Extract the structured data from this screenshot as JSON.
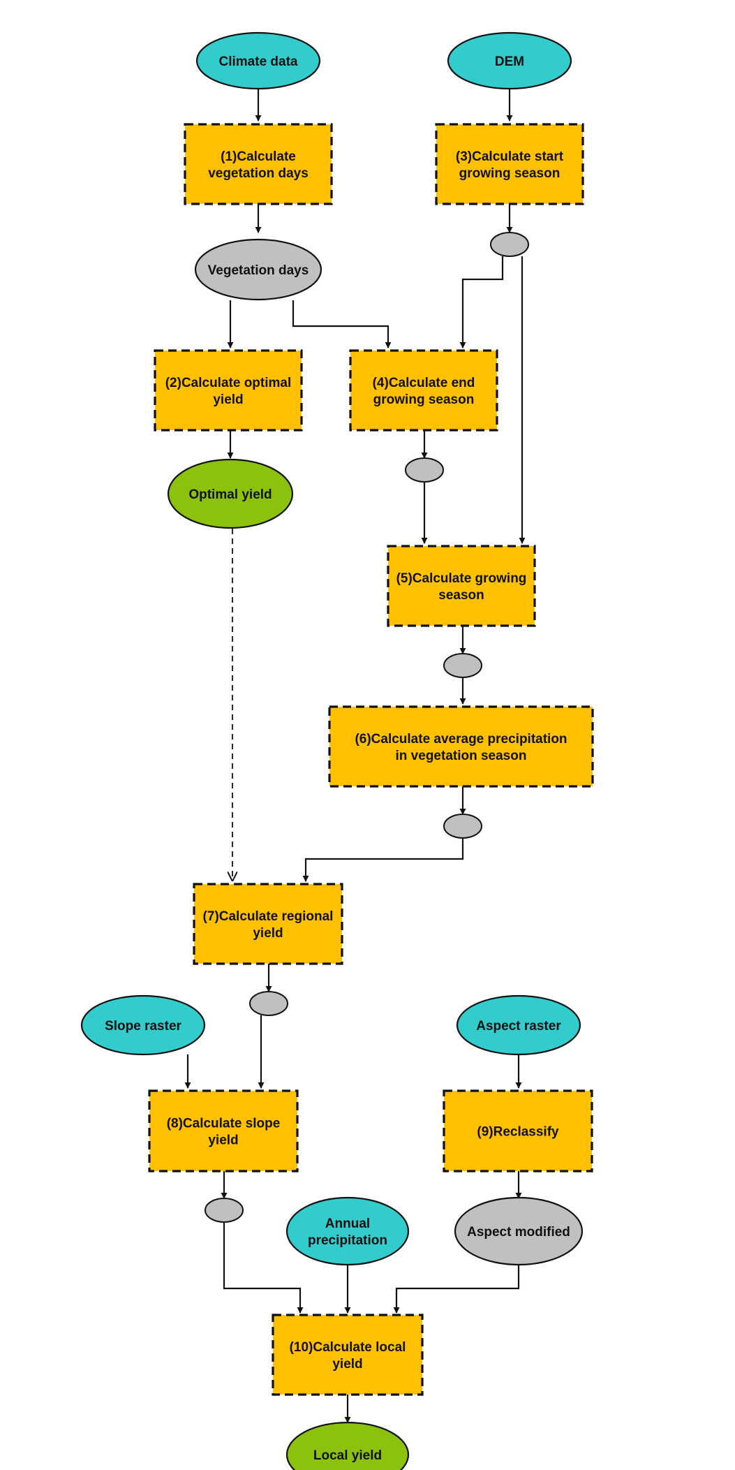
{
  "colors": {
    "input": "#33CCCC",
    "process": "#FFC000",
    "intermediate": "#C0C0C0",
    "output": "#8CC10E",
    "line": "#111111"
  },
  "nodes": {
    "climate_data": {
      "lines": [
        "Climate data"
      ]
    },
    "dem": {
      "lines": [
        "DEM"
      ]
    },
    "p1": {
      "lines": [
        "(1)Calculate",
        "vegetation days"
      ]
    },
    "p3": {
      "lines": [
        "(3)Calculate start",
        "growing season"
      ]
    },
    "vegetation_days": {
      "lines": [
        "Vegetation days"
      ]
    },
    "p2": {
      "lines": [
        "(2)Calculate optimal",
        "yield"
      ]
    },
    "p4": {
      "lines": [
        "(4)Calculate end",
        "growing season"
      ]
    },
    "optimal_yield": {
      "lines": [
        "Optimal yield"
      ]
    },
    "p5": {
      "lines": [
        "(5)Calculate growing",
        "season"
      ]
    },
    "p6": {
      "lines": [
        "(6)Calculate average precipitation",
        "in vegetation season"
      ]
    },
    "p7": {
      "lines": [
        "(7)Calculate regional",
        "yield"
      ]
    },
    "slope_raster": {
      "lines": [
        "Slope raster"
      ]
    },
    "aspect_raster": {
      "lines": [
        "Aspect raster"
      ]
    },
    "p8": {
      "lines": [
        "(8)Calculate slope",
        "yield"
      ]
    },
    "p9": {
      "lines": [
        "(9)Reclassify"
      ]
    },
    "annual_precipitation": {
      "lines": [
        "Annual",
        "precipitation"
      ]
    },
    "aspect_modified": {
      "lines": [
        "Aspect modified"
      ]
    },
    "p10": {
      "lines": [
        "(10)Calculate local",
        "yield"
      ]
    },
    "local_yield": {
      "lines": [
        "Local yield"
      ]
    }
  }
}
